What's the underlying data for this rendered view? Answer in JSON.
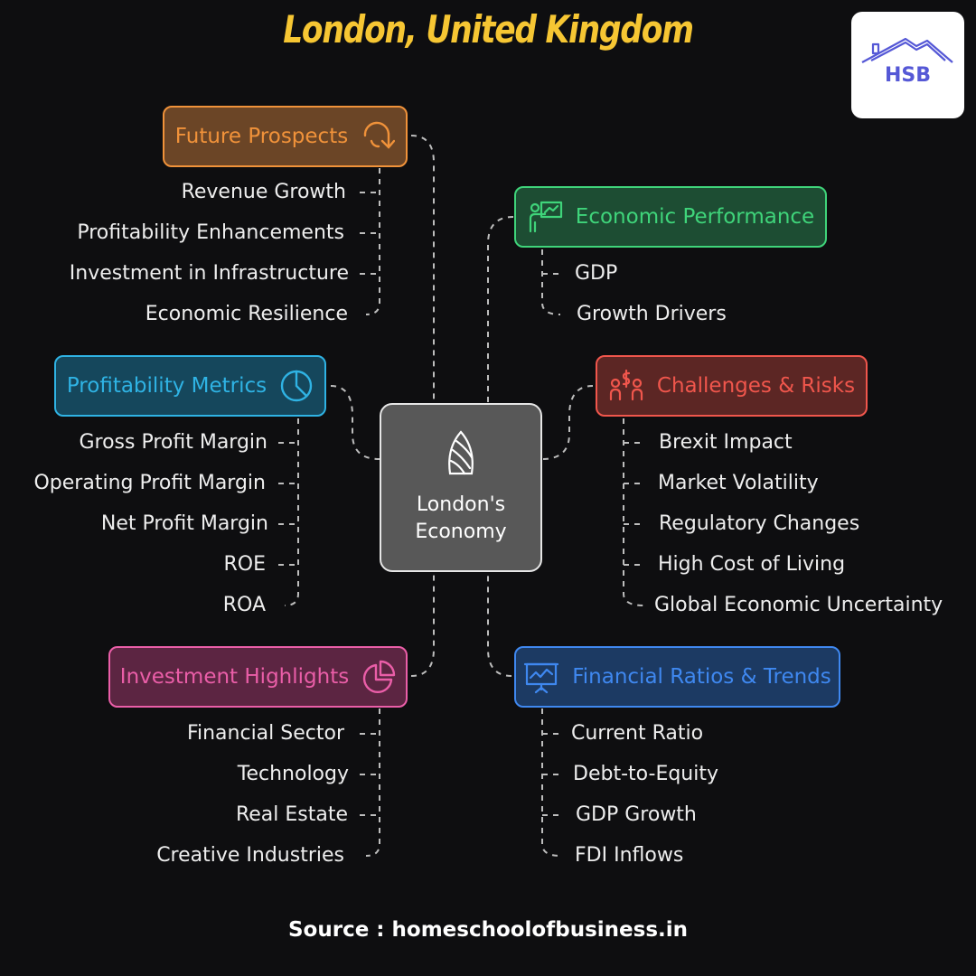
{
  "title": "London, United Kingdom",
  "logo": {
    "text": "HSB",
    "icon": "house-roof-icon",
    "color": "#5558d6"
  },
  "center": {
    "line1": "London's",
    "line2": "Economy",
    "icon": "gherkin-building-icon"
  },
  "source": "Source : homeschoolofbusiness.in",
  "branches": {
    "future_prospects": {
      "label": "Future Prospects",
      "color": "#f0923a",
      "fill": "#6b4526",
      "icon": "rotate-arrow-icon",
      "items": [
        "Revenue Growth",
        "Profitability Enhancements",
        "Investment in Infrastructure",
        "Economic Resilience"
      ]
    },
    "economic_performance": {
      "label": "Economic Performance",
      "color": "#3fd47a",
      "fill": "#1d4d33",
      "icon": "presenter-chart-icon",
      "items": [
        "GDP",
        "Growth Drivers"
      ]
    },
    "profitability_metrics": {
      "label": "Profitability Metrics",
      "color": "#2fb3e4",
      "fill": "#15475c",
      "icon": "clock-pie-icon",
      "items": [
        "Gross Profit Margin",
        "Operating Profit Margin",
        "Net Profit Margin",
        "ROE",
        "ROA"
      ]
    },
    "challenges_risks": {
      "label": "Challenges & Risks",
      "color": "#f0564c",
      "fill": "#5c2624",
      "icon": "people-money-icon",
      "items": [
        "Brexit Impact",
        "Market Volatility",
        "Regulatory Changes",
        "High Cost of Living",
        "Global Economic Uncertainty"
      ]
    },
    "investment_highlights": {
      "label": "Investment Highlights",
      "color": "#ea5ea8",
      "fill": "#5c2542",
      "icon": "pie-chart-icon",
      "items": [
        "Financial Sector",
        "Technology",
        "Real Estate",
        "Creative Industries"
      ]
    },
    "financial_ratios": {
      "label": "Financial Ratios & Trends",
      "color": "#3f88f0",
      "fill": "#1c3a63",
      "icon": "trend-board-icon",
      "items": [
        "Current Ratio",
        "Debt-to-Equity",
        "GDP Growth",
        "FDI Inflows"
      ]
    }
  }
}
